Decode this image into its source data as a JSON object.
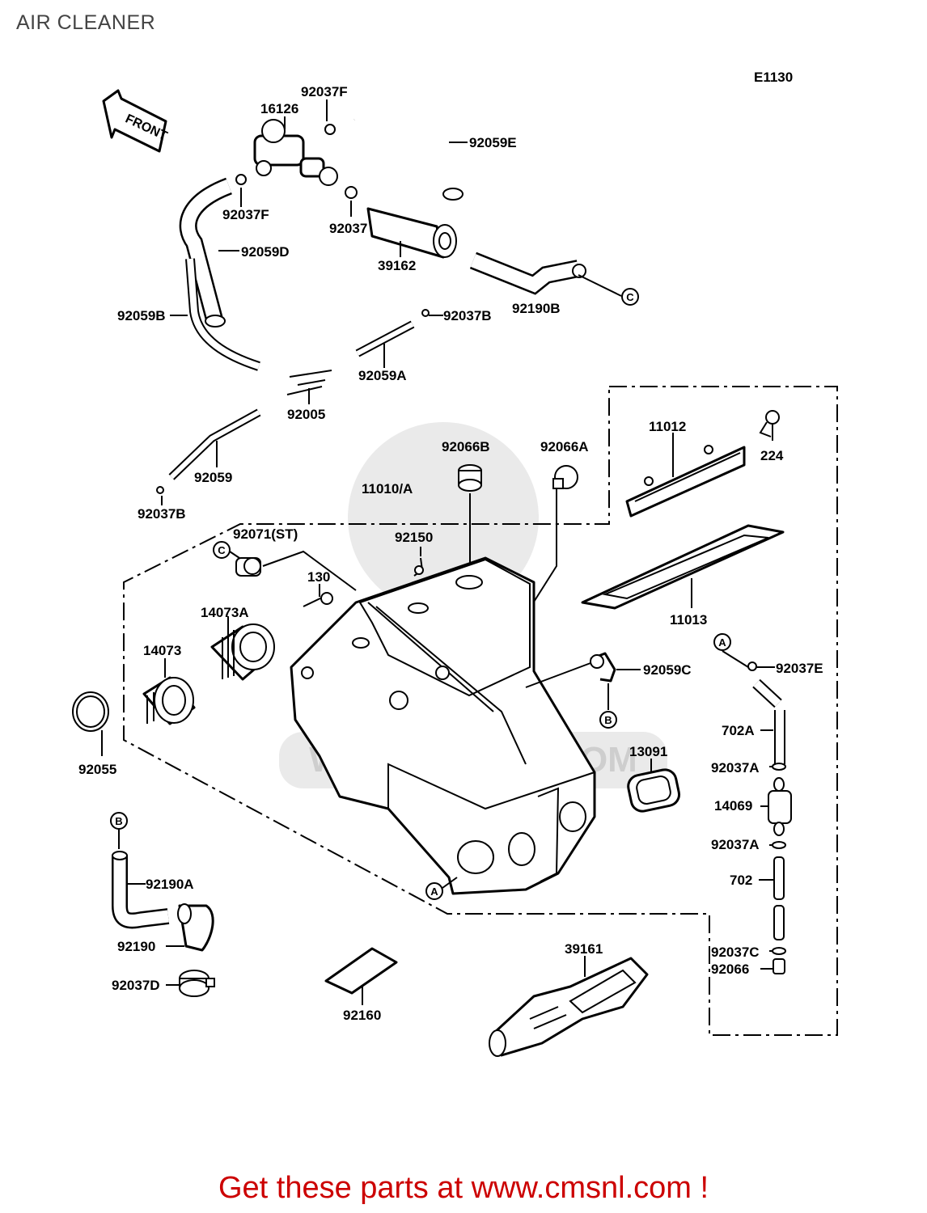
{
  "page": {
    "title": "AIR CLEANER",
    "diagram_code": "E1130",
    "front_marker": "FRONT"
  },
  "watermark": {
    "text": "WWW.CMSNL.COM"
  },
  "labels": {
    "l92037F_top": "92037F",
    "l16126": "16126",
    "l92059E": "92059E",
    "l92037F_mid": "92037F",
    "l92037": "92037",
    "l92059D": "92059D",
    "l39162": "39162",
    "l92190B": "92190B",
    "l92059B": "92059B",
    "l92037B_top": "92037B",
    "l92059A": "92059A",
    "l92005": "92005",
    "l92059": "92059",
    "l92037B_low": "92037B",
    "l92066B": "92066B",
    "l92066A": "92066A",
    "l11012": "11012",
    "l224": "224",
    "l11010A": "11010/A",
    "l92071ST": "92071(ST)",
    "l92150": "92150",
    "l130": "130",
    "l14073A": "14073A",
    "l14073": "14073",
    "l11013": "11013",
    "l92059C": "92059C",
    "l92037E": "92037E",
    "l702A": "702A",
    "l13091": "13091",
    "l92037A_1": "92037A",
    "l14069": "14069",
    "l92037A_2": "92037A",
    "l702": "702",
    "l92055": "92055",
    "l92190A": "92190A",
    "l92190": "92190",
    "l92037D": "92037D",
    "l92037C": "92037C",
    "l92066": "92066",
    "l39161": "39161",
    "l92160": "92160"
  },
  "references": {
    "A": "A",
    "B": "B",
    "C": "C"
  },
  "footer": {
    "promo_text": "Get these parts at www.cmsnl.com !"
  }
}
